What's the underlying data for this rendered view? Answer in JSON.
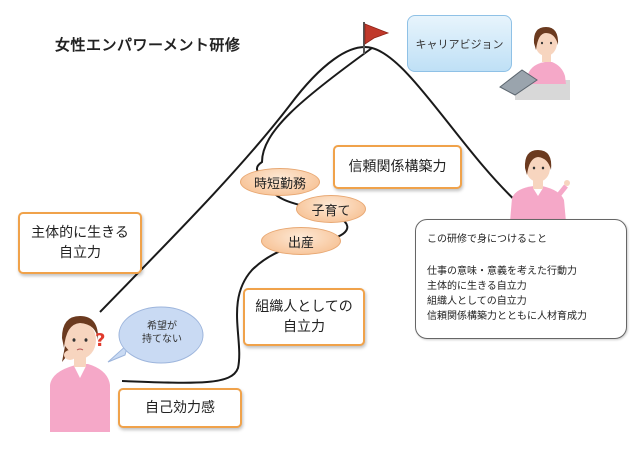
{
  "title": "女性エンパワーメント研修",
  "career_vision": "キャリアビジョン",
  "boxes": {
    "jiritsu": "主体的に生きる\n自立力",
    "shinrai": "信頼関係構築力",
    "soshiki": "組織人としての\n自立力",
    "jiko": "自己効力感"
  },
  "pills": {
    "jitan": "時短勤務",
    "kosodate": "子育て",
    "shussan": "出産"
  },
  "bubble": "希望が\n持てない",
  "question_mark": "?",
  "summary": {
    "title": "この研修で身につけること",
    "items": [
      "仕事の意味・意義を考えた行動力",
      "主体的に生きる自立力",
      "組織人としての自立力",
      "信頼関係構築力とともに人材育成力"
    ]
  },
  "colors": {
    "box_border": "#f0a24a",
    "pill_fill": "#f8c89f",
    "career_box": "#bfe0f6",
    "flag": "#c0392b",
    "bubble": "#c9daf3",
    "curve": "#1a1a1a"
  }
}
